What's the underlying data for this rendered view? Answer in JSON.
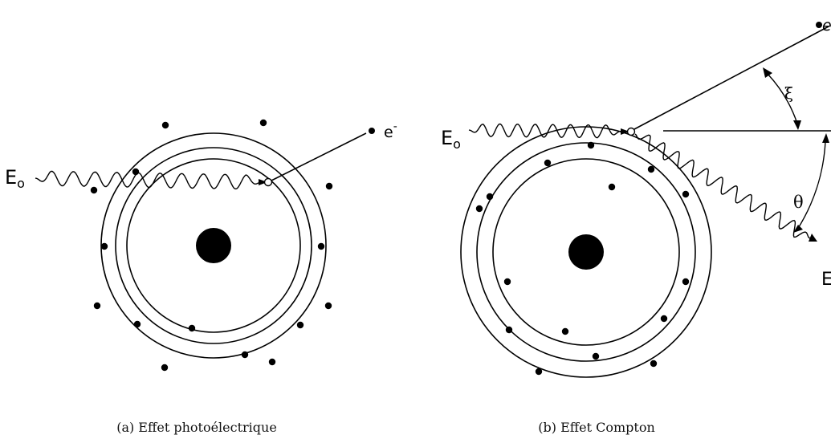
{
  "panel_a": {
    "incident_label": "E",
    "incident_subscript": "o",
    "electron_label": "e",
    "electron_superscript": "-",
    "caption": "(a) Effet photoélectrique"
  },
  "panel_b": {
    "incident_label": "E",
    "incident_subscript": "o",
    "electron_label": "e",
    "electron_angle_label": "ξ",
    "photon_angle_label": "θ",
    "scattered_photon_label": "E",
    "caption": "(b) Effet Compton"
  }
}
